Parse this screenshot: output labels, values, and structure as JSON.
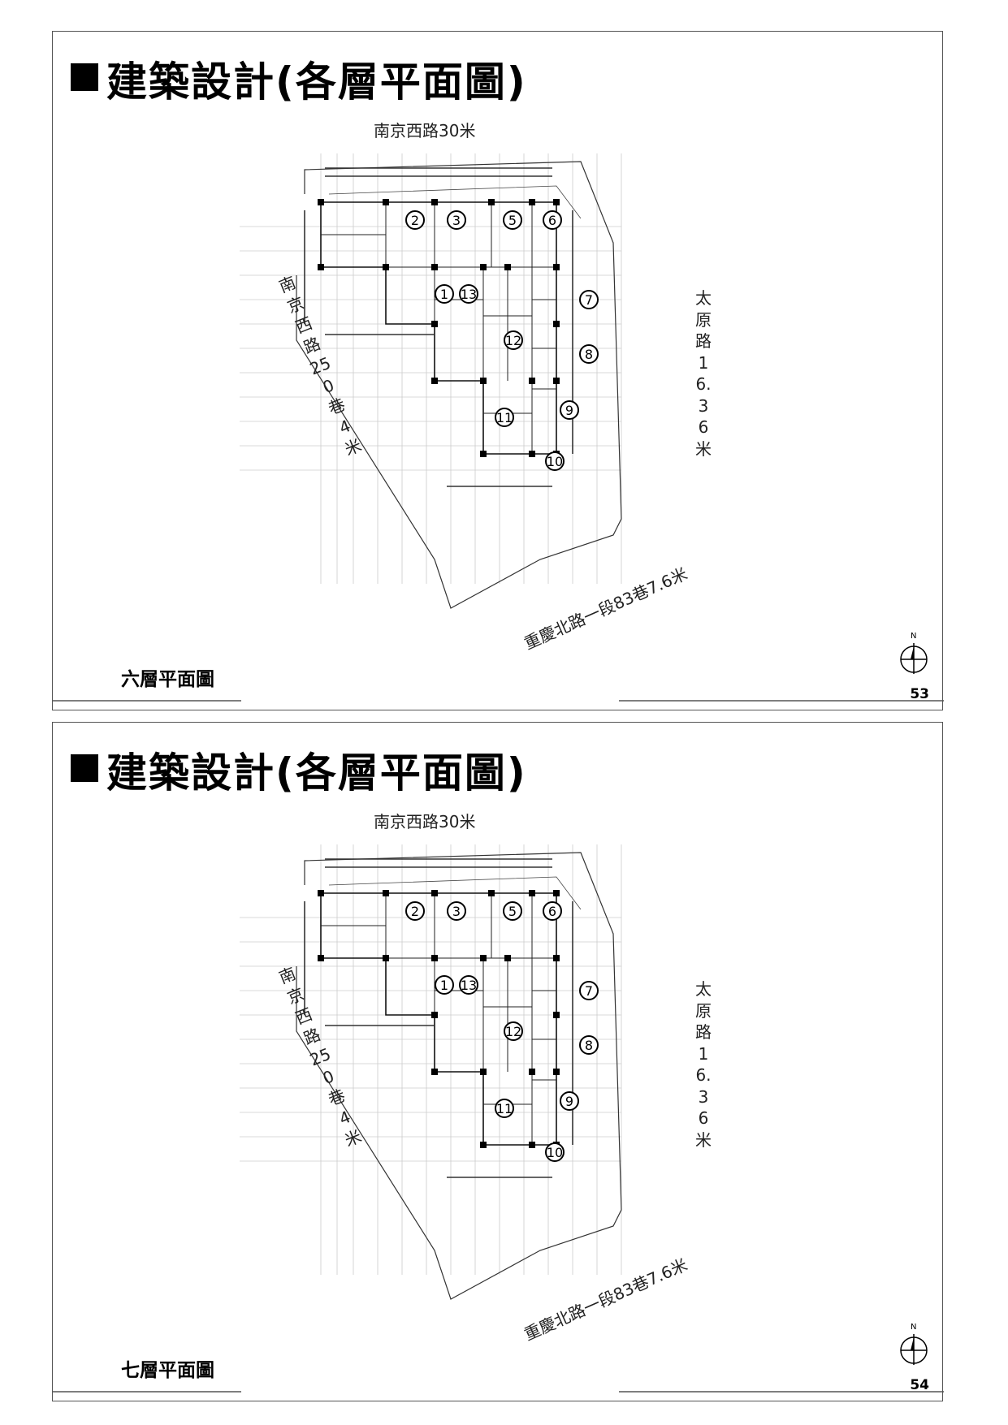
{
  "slides": [
    {
      "title": "建築設計(各層平面圖)",
      "floor_label": "六層平面圖",
      "page_number": "53",
      "roads": {
        "top": "南京西路30米",
        "right": "太原路16.36米",
        "left": "南京西路250巷4米",
        "bottom": "重慶北路一段83巷7.6米"
      },
      "units": [
        "1",
        "2",
        "3",
        "5",
        "6",
        "7",
        "8",
        "9",
        "10",
        "11",
        "12",
        "13"
      ],
      "compass_label": "N"
    },
    {
      "title": "建築設計(各層平面圖)",
      "floor_label": "七層平面圖",
      "page_number": "54",
      "roads": {
        "top": "南京西路30米",
        "right": "太原路16.36米",
        "left": "南京西路250巷4米",
        "bottom": "重慶北路一段83巷7.6米"
      },
      "units": [
        "1",
        "2",
        "3",
        "5",
        "6",
        "7",
        "8",
        "9",
        "10",
        "11",
        "12",
        "13"
      ],
      "compass_label": "N"
    }
  ]
}
